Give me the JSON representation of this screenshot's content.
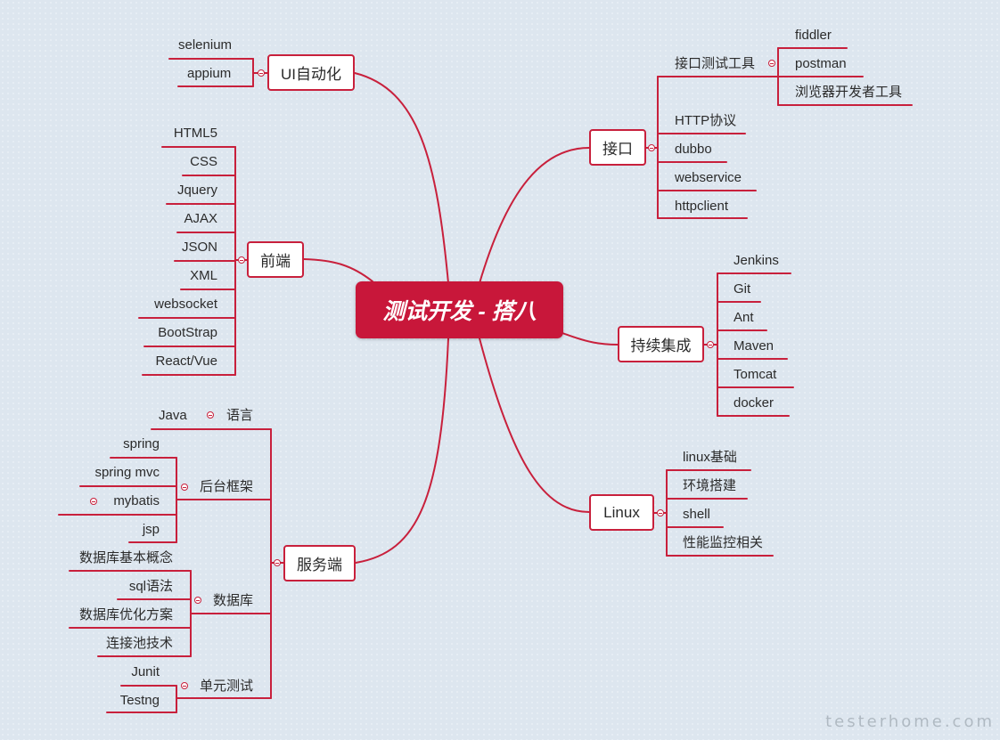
{
  "root": "测试开发 - 搭八",
  "branches": {
    "ui": {
      "label": "UI自动化",
      "children": [
        "selenium",
        "appium"
      ]
    },
    "frontend": {
      "label": "前端",
      "children": [
        "HTML5",
        "CSS",
        "Jquery",
        "AJAX",
        "JSON",
        "XML",
        "websocket",
        "BootStrap",
        "React/Vue"
      ]
    },
    "server": {
      "label": "服务端",
      "groups": [
        {
          "label": "语言",
          "children": [
            "Java"
          ]
        },
        {
          "label": "后台框架",
          "children": [
            "spring",
            "spring mvc",
            "mybatis",
            "jsp"
          ]
        },
        {
          "label": "数据库",
          "children": [
            "数据库基本概念",
            "sql语法",
            "数据库优化方案",
            "连接池技术"
          ]
        },
        {
          "label": "单元测试",
          "children": [
            "Junit",
            "Testng"
          ]
        }
      ]
    },
    "interface": {
      "label": "接口",
      "tools": {
        "label": "接口测试工具",
        "children": [
          "fiddler",
          "postman",
          "浏览器开发者工具"
        ]
      },
      "children": [
        "HTTP协议",
        "dubbo",
        "webservice",
        "httpclient"
      ]
    },
    "ci": {
      "label": "持续集成",
      "children": [
        "Jenkins",
        "Git",
        "Ant",
        "Maven",
        "Tomcat",
        "docker"
      ]
    },
    "linux": {
      "label": "Linux",
      "children": [
        "linux基础",
        "环境搭建",
        "shell",
        "性能监控相关"
      ]
    }
  },
  "watermark": "testerhome.com",
  "colors": {
    "accent": "#c8203c",
    "background": "#dde6ef"
  }
}
